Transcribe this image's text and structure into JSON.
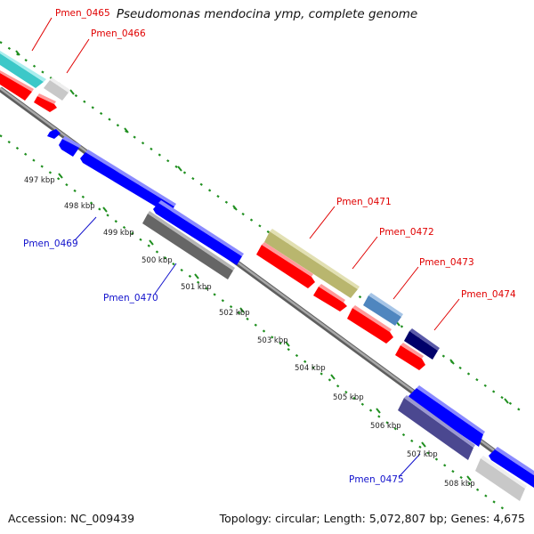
{
  "title": "Pseudomonas mendocina ymp, complete genome",
  "accession_label": "Accession:",
  "accession": "NC_009439",
  "summary": "Topology: circular; Length: 5,072,807 bp; Genes: 4,675",
  "scale_labels": [
    "497 kbp",
    "498 kbp",
    "499 kbp",
    "500 kbp",
    "501 kbp",
    "502 kbp",
    "503 kbp",
    "504 kbp",
    "505 kbp",
    "506 kbp",
    "507 kbp",
    "508 kbp"
  ],
  "gene_labels": {
    "Pmen_0465": "Pmen_0465",
    "Pmen_0466": "Pmen_0466",
    "Pmen_0469": "Pmen_0469",
    "Pmen_0470": "Pmen_0470",
    "Pmen_0471": "Pmen_0471",
    "Pmen_0472": "Pmen_0472",
    "Pmen_0473": "Pmen_0473",
    "Pmen_0474": "Pmen_0474",
    "Pmen_0475": "Pmen_0475"
  },
  "colors": {
    "forward_cds": "#ff0000",
    "reverse_cds": "#0000ff",
    "label_forward": "#e00000",
    "label_reverse": "#1010cc",
    "backbone": "#8a8a8a",
    "tick_dots": "#1f8f1f",
    "cyan_gene": "#3cc8c8",
    "olive_gene": "#b9b66e",
    "steel_gene": "#4f86bf",
    "navy_gene": "#00006a",
    "dark_gray_gene": "#666666",
    "slate_gene": "#4b4890",
    "light_gray_gene": "#c8c8c8"
  }
}
